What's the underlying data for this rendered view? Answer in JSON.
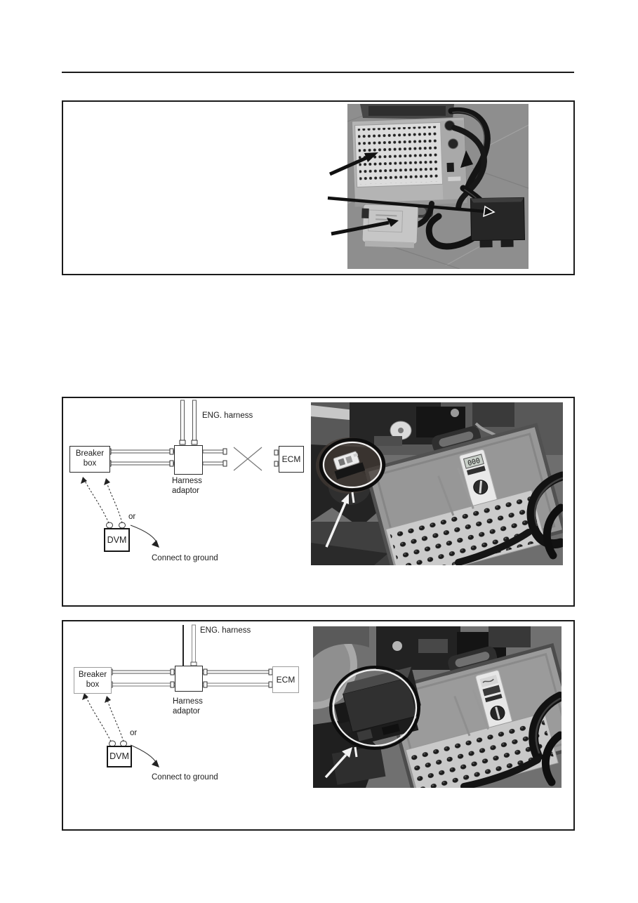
{
  "figure2": {
    "diagram": {
      "eng_harness": "ENG. harness",
      "breaker_box": [
        "Breaker",
        "box"
      ],
      "harness_adaptor": [
        "Harness",
        "adaptor"
      ],
      "ecm": "ECM",
      "or": "or",
      "dvm": "DVM",
      "ground": "Connect to ground"
    },
    "photo": {
      "dvm_reading": "000"
    }
  },
  "figure3": {
    "diagram": {
      "eng_harness": "ENG. harness",
      "breaker_box": [
        "Breaker",
        "box"
      ],
      "harness_adaptor": [
        "Harness",
        "adaptor"
      ],
      "ecm": "ECM",
      "or": "or",
      "dvm": "DVM",
      "ground": "Connect to ground"
    }
  }
}
